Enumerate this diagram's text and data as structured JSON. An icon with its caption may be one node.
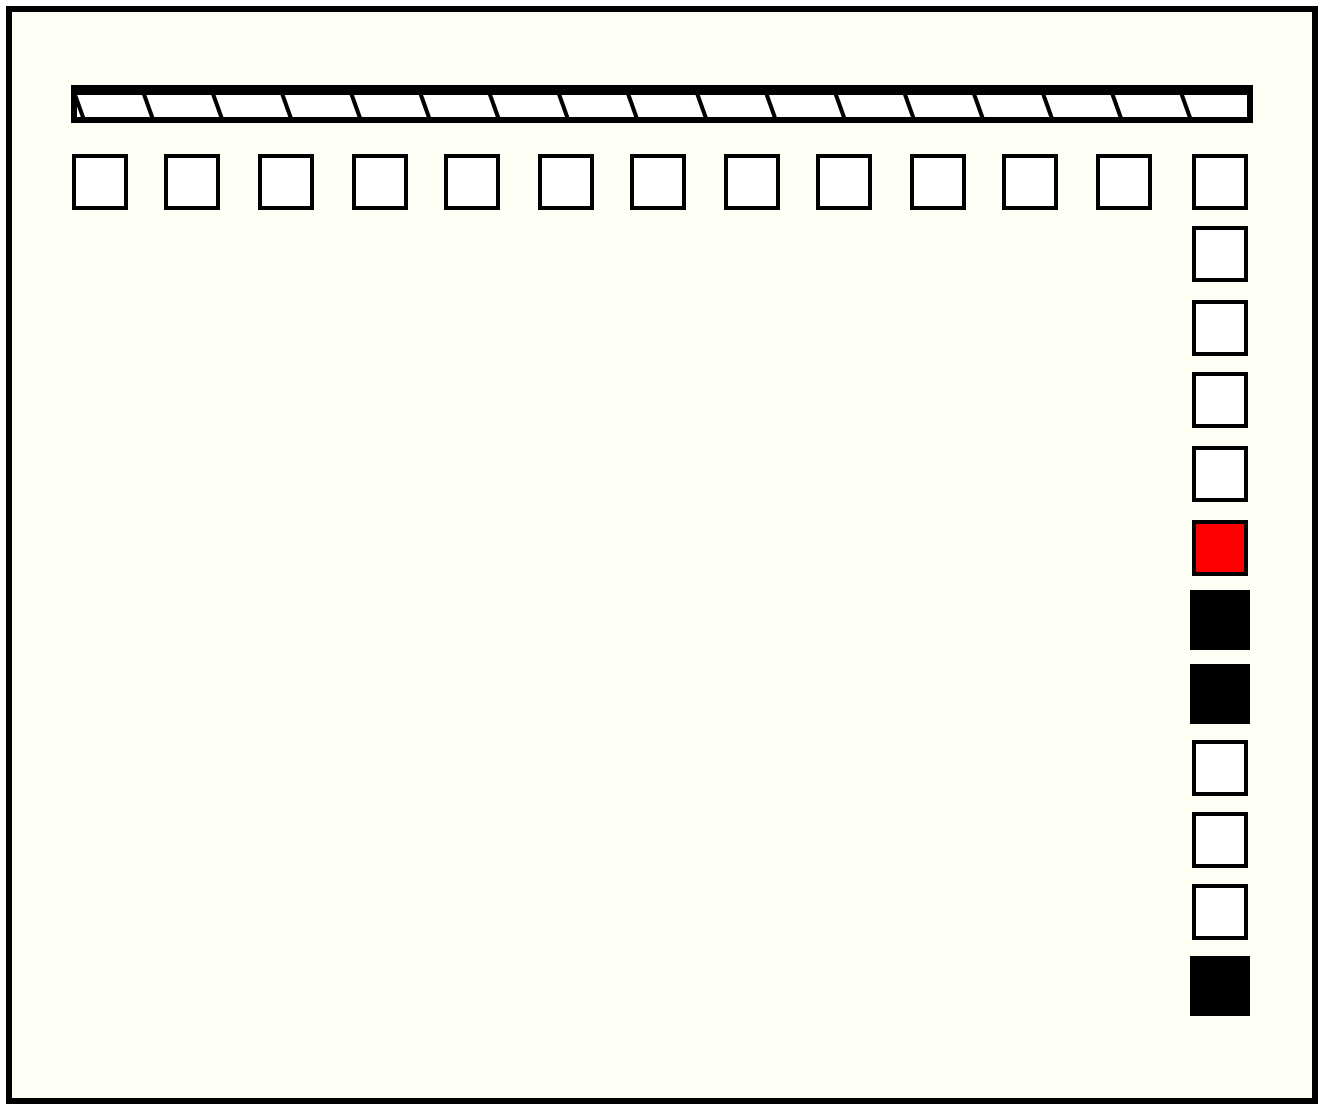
{
  "diagram": {
    "nodes": [
      {
        "text": [],
        "shape": "bar"
      },
      {
        "text": [],
        "shape": "box"
      },
      {
        "text": [],
        "shape": "box"
      },
      {
        "text": [],
        "shape": "box"
      },
      {
        "text": [],
        "shape": "box"
      },
      {
        "text": [],
        "shape": "box"
      },
      {
        "text": [],
        "shape": "box"
      },
      {
        "text": [],
        "shape": "box"
      },
      {
        "text": [],
        "shape": "box"
      },
      {
        "text": [],
        "shape": "box"
      },
      {
        "text": [],
        "shape": "box"
      },
      {
        "text": [],
        "shape": "box"
      },
      {
        "text": [],
        "shape": "box"
      },
      {
        "text": [],
        "shape": "box"
      },
      {
        "text": [],
        "shape": "box"
      },
      {
        "text": [],
        "shape": "box"
      },
      {
        "text": [],
        "shape": "box"
      },
      {
        "text": [],
        "shape": "box"
      },
      {
        "text": [],
        "shape": "box"
      },
      {
        "text": [],
        "shape": "box"
      },
      {
        "text": [],
        "shape": "box"
      },
      {
        "text": [],
        "shape": "box"
      },
      {
        "text": [],
        "shape": "box"
      },
      {
        "text": [],
        "shape": "box"
      },
      {
        "text": [],
        "shape": "box"
      }
    ]
  }
}
